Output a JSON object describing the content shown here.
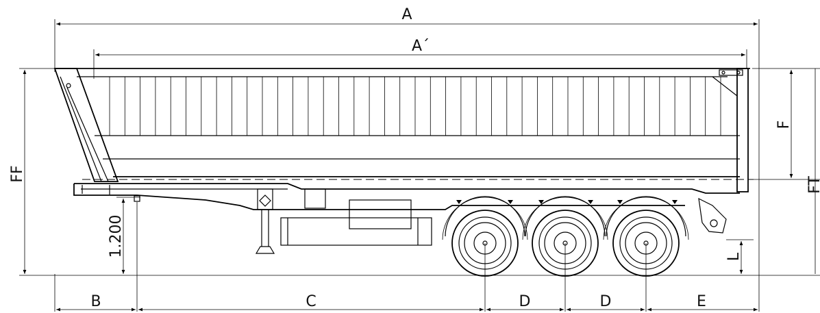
{
  "dimension_labels": {
    "overall_length": "A",
    "body_length": "A´",
    "front_overhang": "B",
    "kingpin_to_axle": "C",
    "axle_spacing_1": "D",
    "axle_spacing_2": "D",
    "rear_overhang": "E",
    "overall_height": "FF",
    "body_height": "F",
    "tail_height": "FT",
    "fifth_wheel_height": "1.200",
    "lower_height": "L"
  }
}
